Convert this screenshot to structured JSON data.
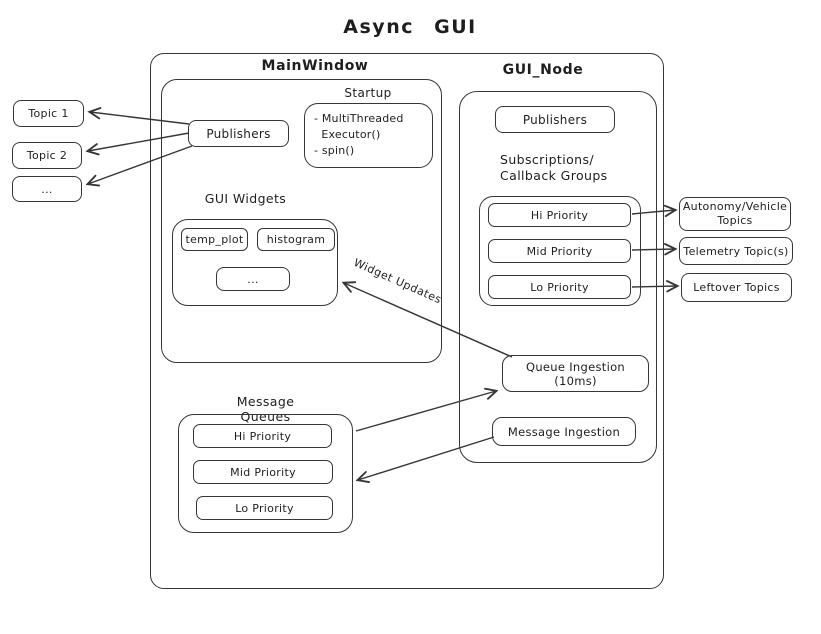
{
  "title": "Async GUI",
  "annotations": {
    "widget_updates": "Widget Updates"
  },
  "left_topics": [
    "Topic 1",
    "Topic 2",
    "..."
  ],
  "right_topics": [
    "Autonomy/Vehicle Topics",
    "Telemetry Topic(s)",
    "Leftover Topics"
  ],
  "main_window": {
    "label": "MainWindow",
    "publishers_label": "Publishers",
    "startup": {
      "label": "Startup",
      "body": "- MultiThreaded\n  Executor()\n- spin()"
    },
    "gui_widgets": {
      "label": "GUI Widgets",
      "items": [
        "temp_plot",
        "histogram",
        "..."
      ]
    }
  },
  "gui_node": {
    "label": "GUI_Node",
    "publishers_label": "Publishers",
    "subscriptions": {
      "label": "Subscriptions/\nCallback Groups",
      "items": [
        "Hi Priority",
        "Mid Priority",
        "Lo Priority"
      ]
    },
    "queue_ingestion_label": "Queue Ingestion (10ms)",
    "message_ingestion_label": "Message Ingestion"
  },
  "message_queues": {
    "label": "Message Queues",
    "items": [
      "Hi Priority",
      "Mid Priority",
      "Lo Priority"
    ]
  },
  "colors": {
    "stroke": "#363636",
    "text": "#1e1e1e",
    "background": "#ffffff"
  }
}
